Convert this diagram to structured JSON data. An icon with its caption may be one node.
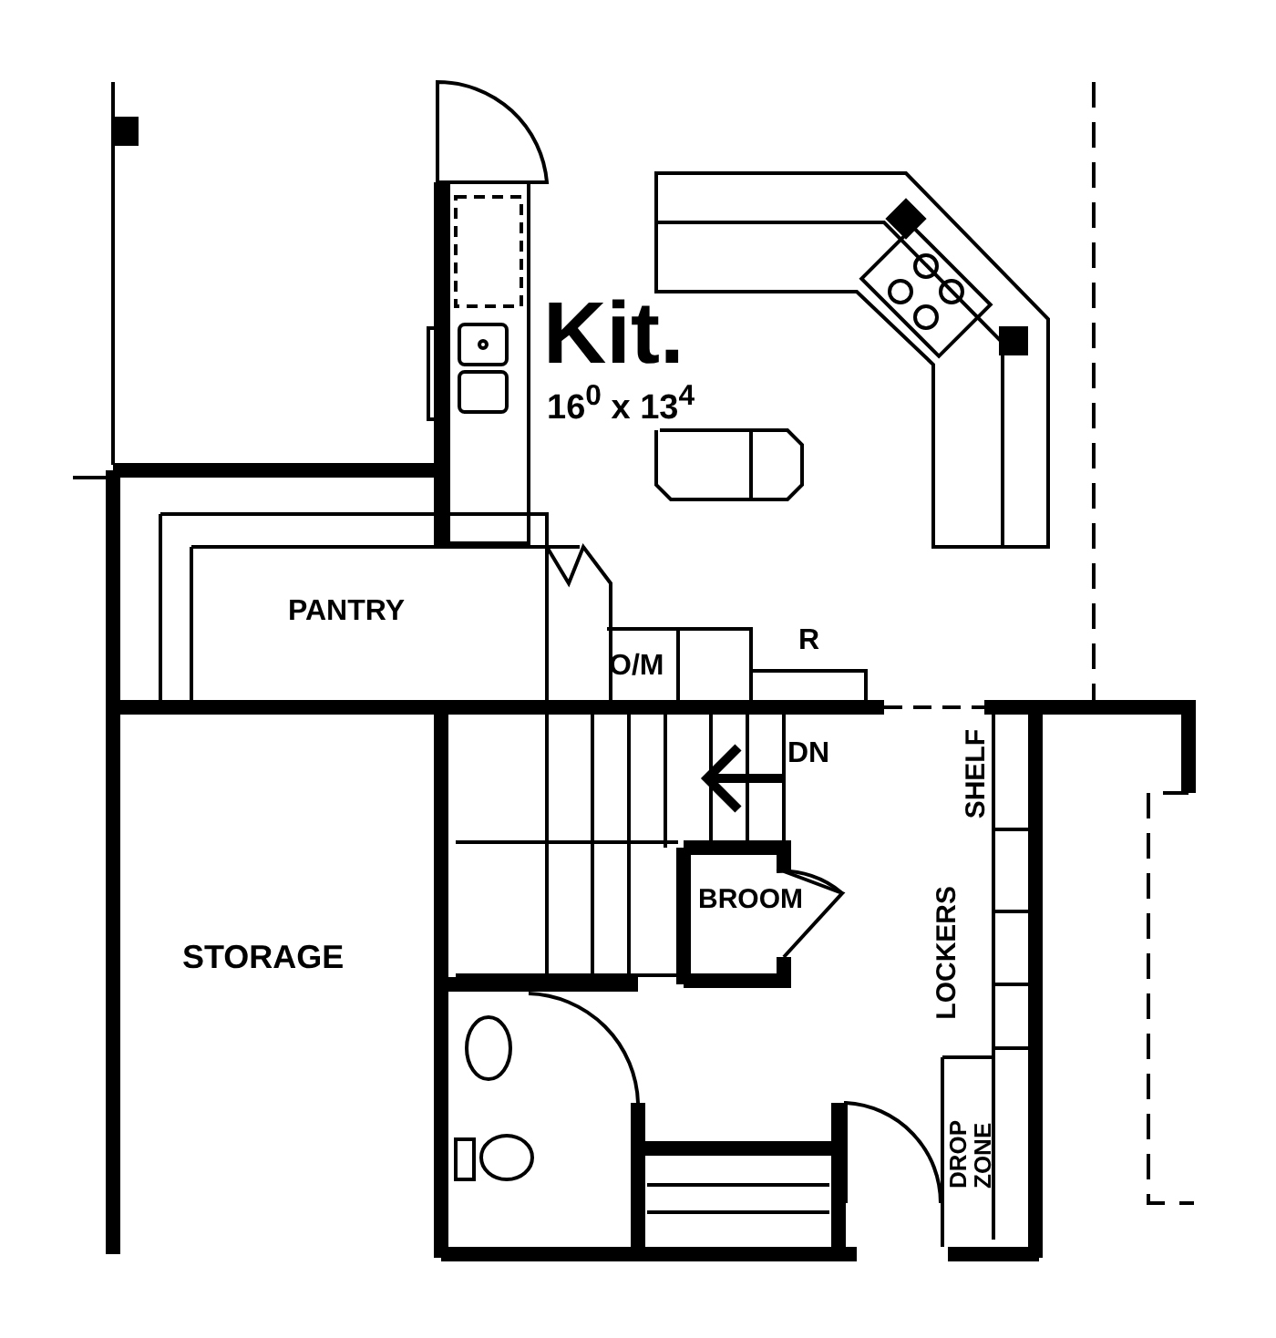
{
  "diagram": {
    "labels": [
      "Kit.",
      "16$^{0}$ x 13$^{4}$",
      "PANTRY",
      "O/M",
      "R",
      "DN",
      "SHELF",
      "BROOM",
      "LOCKERS",
      "STORAGE",
      "DROP ZONE"
    ]
  }
}
